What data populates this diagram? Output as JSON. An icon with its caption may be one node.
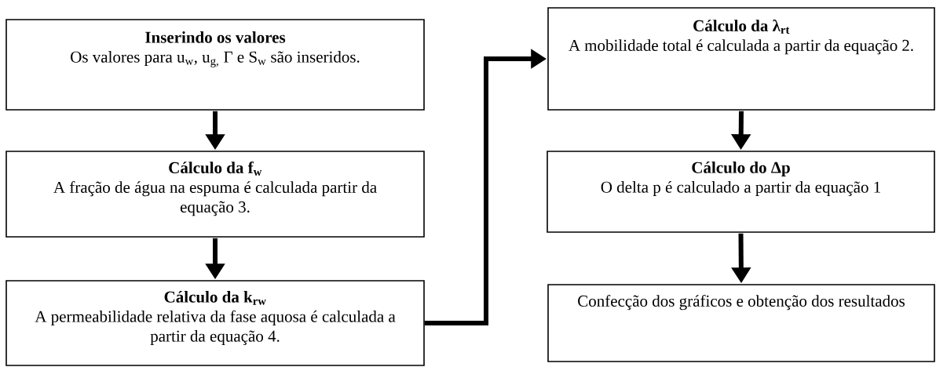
{
  "diagram": {
    "nodes": [
      {
        "text": [
          "Inserindo os valores",
          "Os valores para u$_{w}$, u$_{g,}$ Γ e S$_{w}$ são inseridos."
        ]
      },
      {
        "text": [
          "Cálculo da f$_{w}$",
          "A fração de água na espuma é calculada partir da equação 3."
        ]
      },
      {
        "text": [
          "Cálculo da k$_{rw}$",
          "A permeabilidade relativa da fase aquosa é calculada a partir da equação 4."
        ]
      },
      {
        "text": [
          "Cálculo da λ$_{rt}$",
          "A mobilidade total é calculada a partir da equação 2."
        ]
      },
      {
        "text": [
          "Cálculo do Δp",
          "O delta p é calculado a partir da equação 1"
        ]
      },
      {
        "text": [
          "Confecção dos gráficos e obtenção dos resultados"
        ]
      }
    ],
    "edges": [
      {
        "from": 0,
        "to": 1,
        "arrow": "to"
      },
      {
        "from": 1,
        "to": 2,
        "arrow": "to"
      },
      {
        "from": 2,
        "to": 3,
        "arrow": "to"
      },
      {
        "from": 3,
        "to": 4,
        "arrow": "to"
      },
      {
        "from": 4,
        "to": 5,
        "arrow": "to"
      }
    ]
  }
}
